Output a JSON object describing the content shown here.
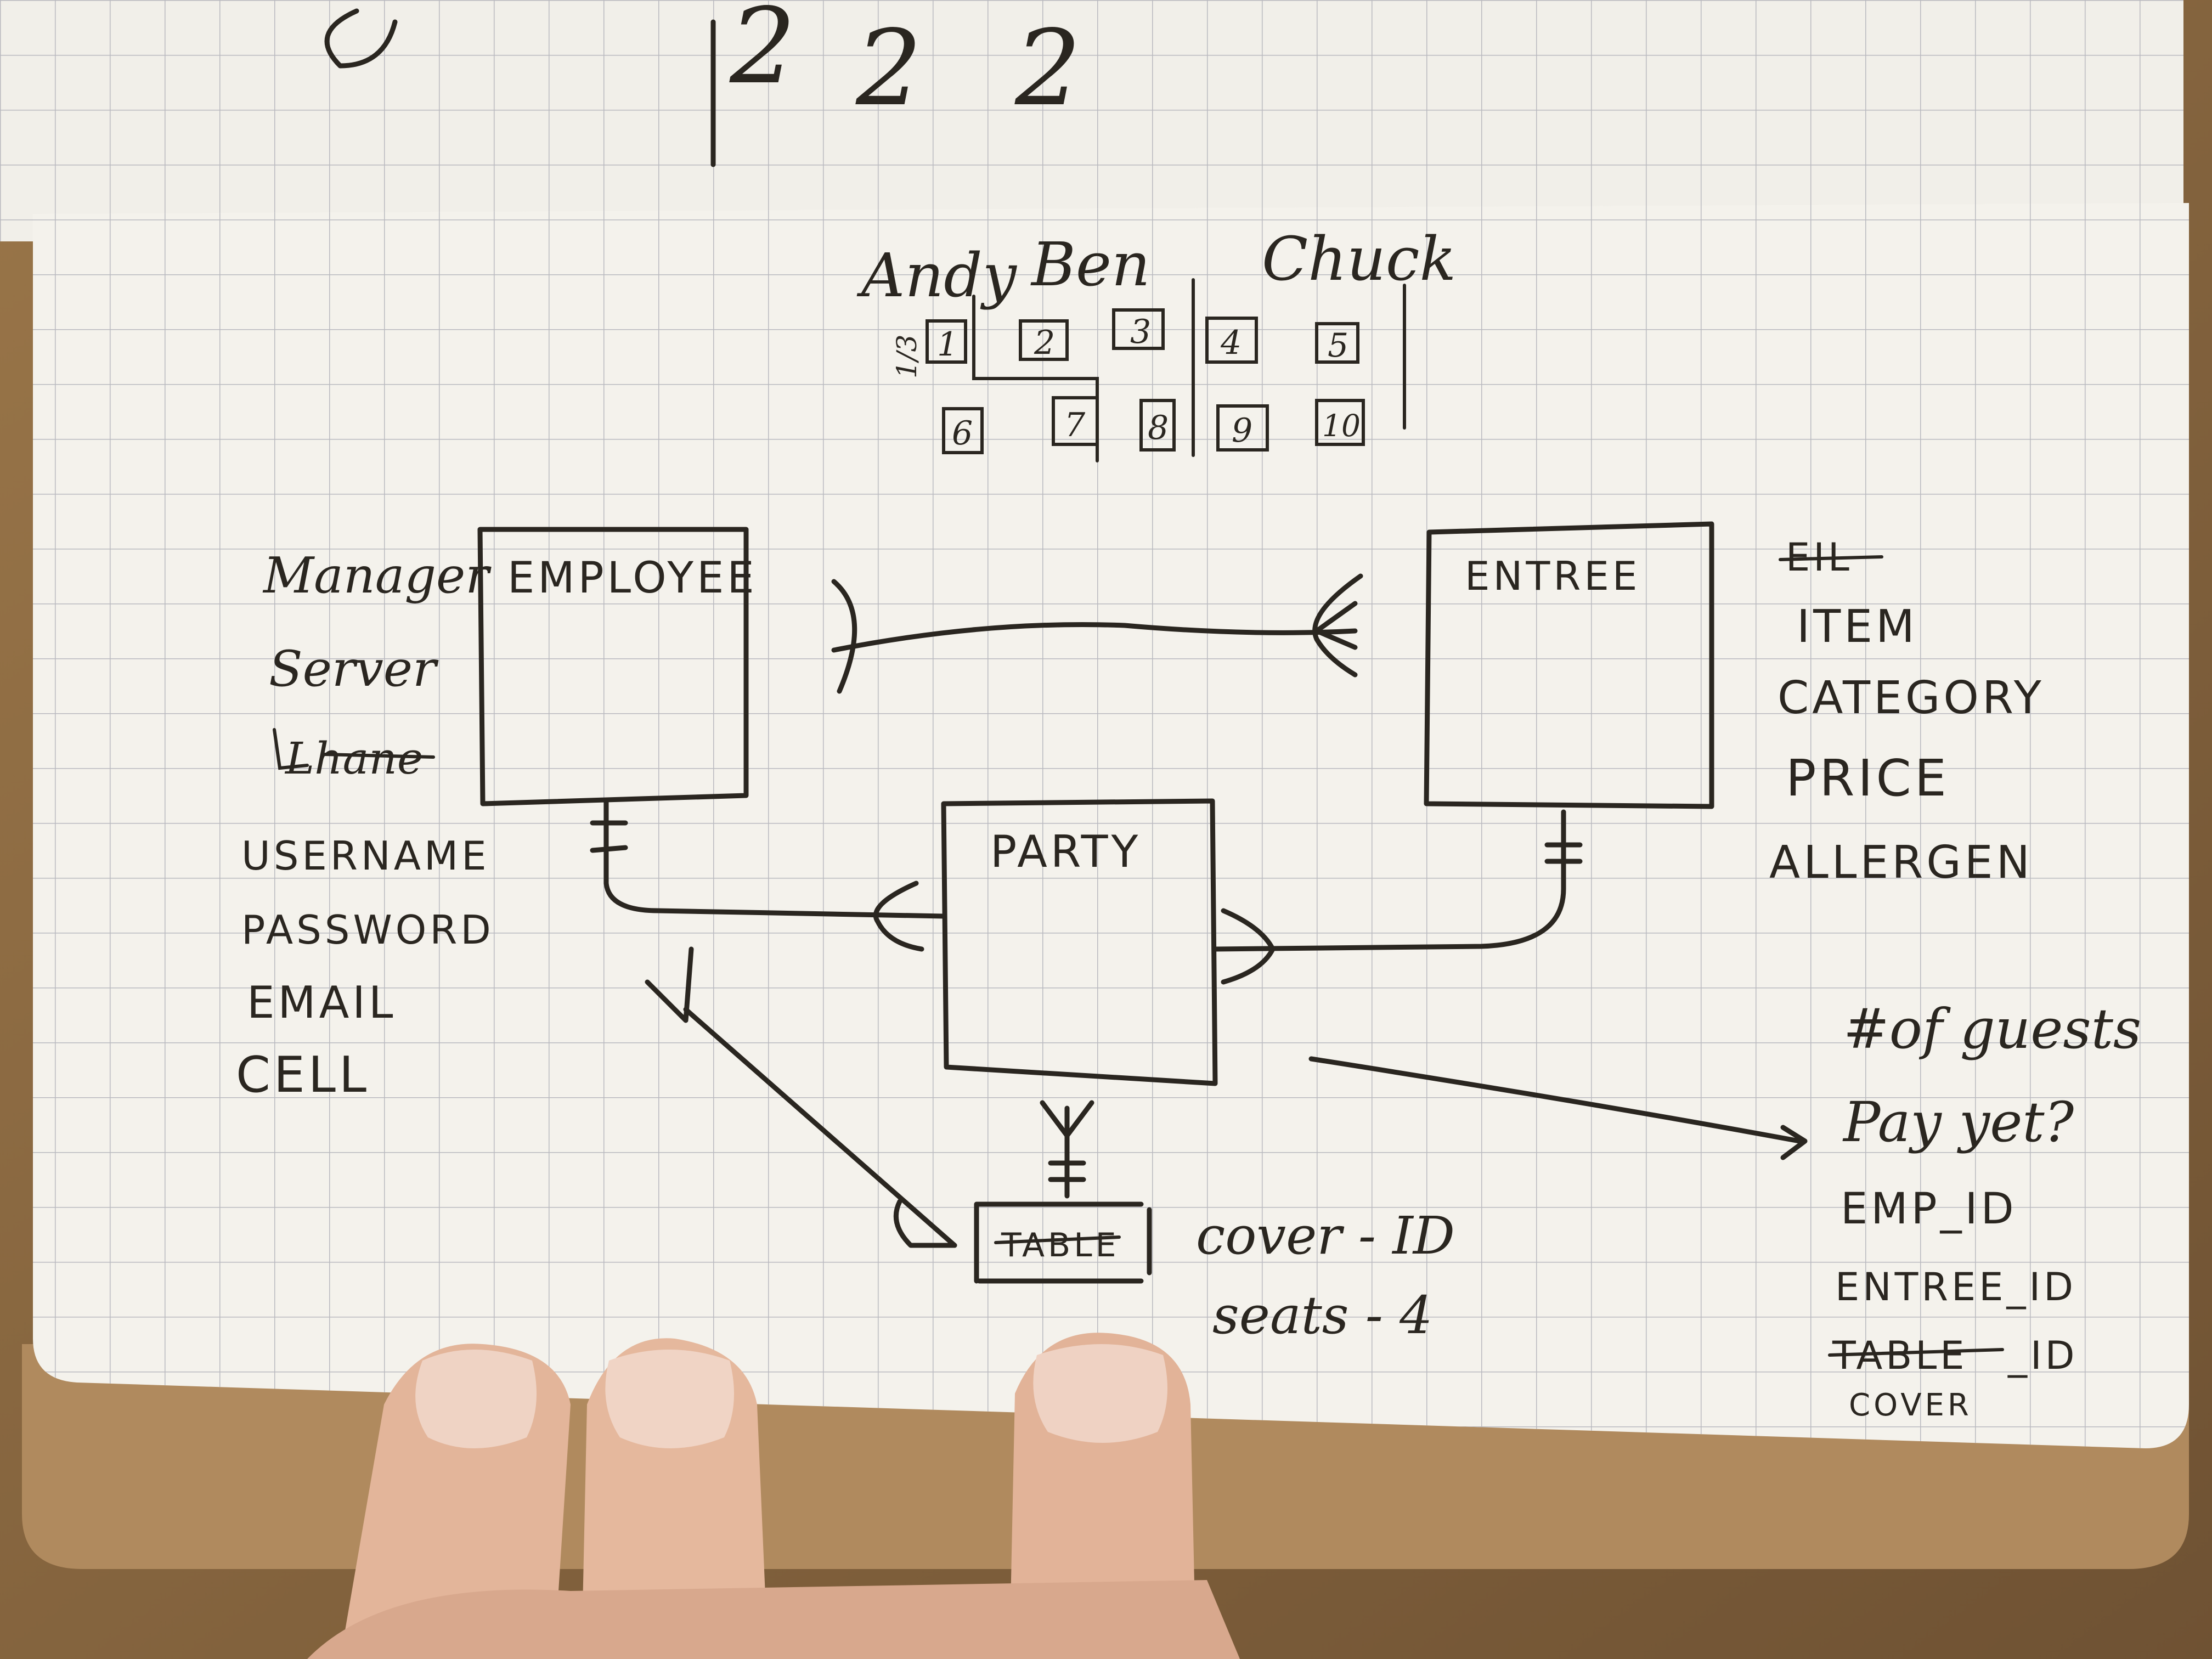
{
  "top_page": {
    "marks": [
      "2",
      "2",
      "2"
    ]
  },
  "schedule": {
    "names": [
      "Andy",
      "Ben",
      "Chuck"
    ],
    "row1": [
      "1",
      "2",
      "3",
      "4",
      "5"
    ],
    "row2": [
      "6",
      "7",
      "8",
      "9",
      "10"
    ],
    "fraction": "1/3"
  },
  "entities": {
    "employee": "EMPLOYEE",
    "entree": "ENTREE",
    "party": "PARTY",
    "table": "TABLE"
  },
  "employee_roles": [
    "Manager",
    "Server",
    "Lhane"
  ],
  "employee_fields": [
    "USERNAME",
    "PASSWORD",
    "EMAIL",
    "CELL"
  ],
  "entree_fields": {
    "struck": "EIL",
    "items": [
      "ITEM",
      "CATEGORY",
      "PRICE",
      "ALLERGEN"
    ]
  },
  "party_fields": {
    "items": [
      "#of guests",
      "Pay yet?",
      "EMP_ID",
      "ENTREE_ID"
    ],
    "struck": "TABLE",
    "struck_suffix": "_ID",
    "replacement": "COVER"
  },
  "table_fields": [
    "cover - ID",
    "seats - 4"
  ],
  "colors": {
    "paper": "#f4f2ec",
    "grid": "#b9b9bf",
    "ink": "#2a2620",
    "desk": "#8a6a45",
    "cardboard": "#b08a5e",
    "skin": "#e3b59a"
  }
}
